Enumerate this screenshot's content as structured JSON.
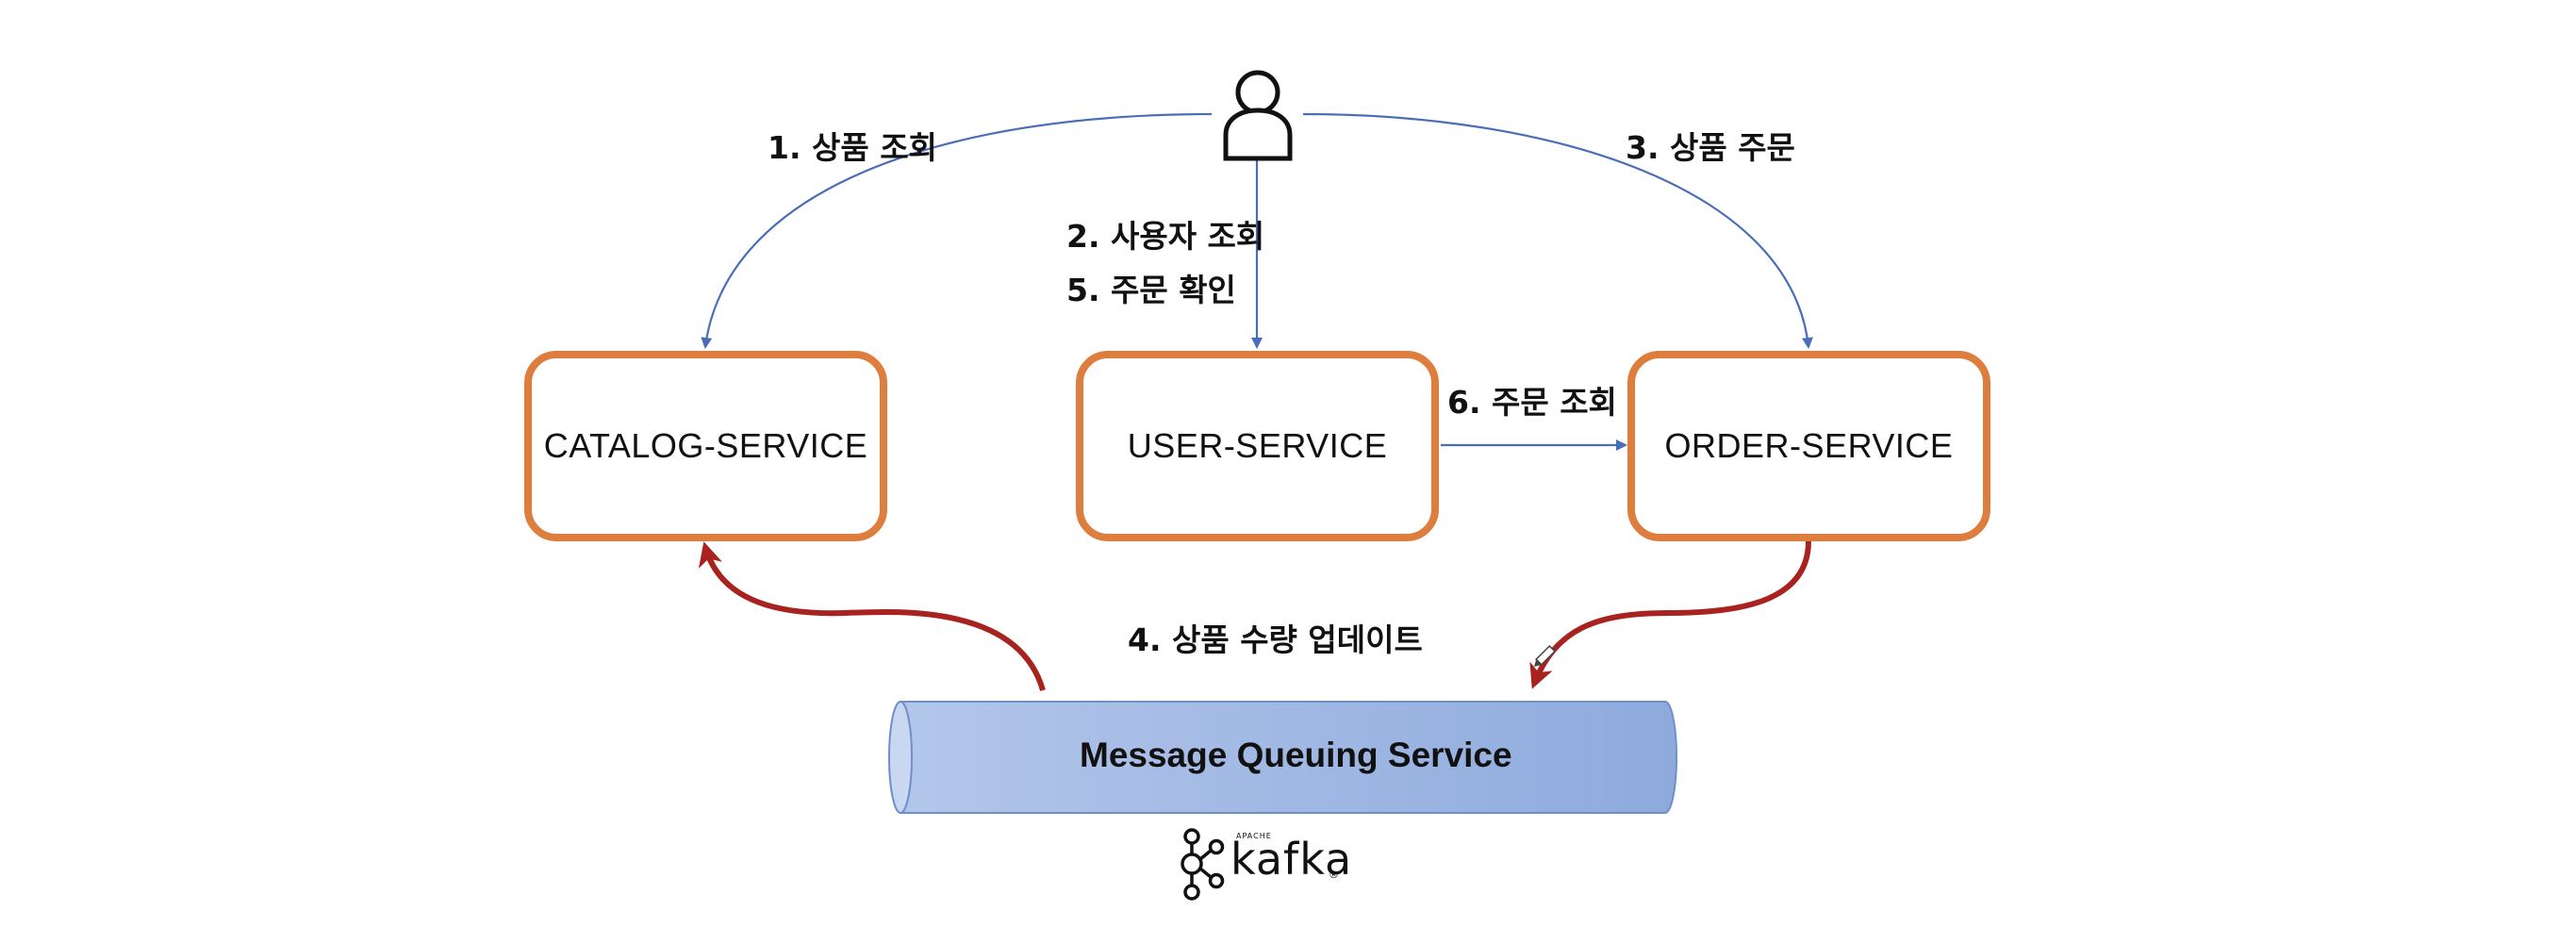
{
  "services": {
    "catalog": "CATALOG-SERVICE",
    "user": "USER-SERVICE",
    "order": "ORDER-SERVICE"
  },
  "steps": {
    "s1": "1.  상품 조회",
    "s2": "2. 사용자 조회",
    "s5": "5. 주문 확인",
    "s3": "3. 상품 주문",
    "s6": "6. 주문 조회",
    "s4": "4. 상품 수량 업데이트"
  },
  "queue": {
    "label": "Message Queuing Service"
  },
  "logo": {
    "name": "kafka",
    "tag": "APACHE",
    "reg": "®"
  },
  "icons": {
    "actor": "user-icon",
    "logo": "kafka-logo-icon"
  },
  "colors": {
    "box_border": "#DD7E3E",
    "arrow_blue": "#4A6DB8",
    "arrow_red": "#A8231F",
    "queue_fill": "#9BB3E0"
  }
}
